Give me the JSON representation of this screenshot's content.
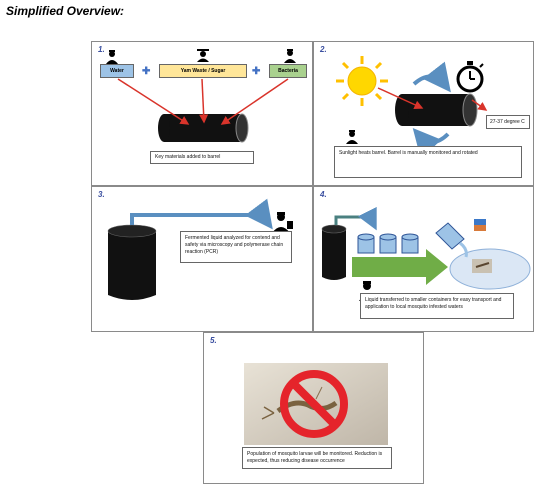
{
  "heading": "Simplified Overview:",
  "panels": [
    {
      "number": "1.",
      "labels": {
        "water": "Water",
        "yam": "Yam Waste / Sugar",
        "bacteria": "Bacteria"
      },
      "note": "Key materials added to barrel"
    },
    {
      "number": "2.",
      "temp": "27-37 degree C",
      "note": "Sunlight heats barrel. Barrel is manually monitored and rotated"
    },
    {
      "number": "3.",
      "note": "Fermented liquid analyzed for contend and safety via microscopy and polymerase chain reaction (PCR)"
    },
    {
      "number": "4.",
      "note": "Liquid transferred to smaller containers for easy transport and application to local mosquito infested waters"
    },
    {
      "number": "5.",
      "note": "Population of mosquito larvae will be monitored. Reduction is expected, thus reducing disease occurrence"
    }
  ],
  "colors": {
    "panel_number": "#3a4fa0",
    "water_box": "#9dc3e6",
    "yam_box": "#ffe699",
    "bacteria_box": "#a9d18e",
    "arrow_red": "#d9342b",
    "arrow_blue": "#5a8fc0",
    "arrow_green": "#70ad47",
    "barrel": "#111111"
  },
  "icons": [
    "person-icon",
    "sun-icon",
    "stopwatch-icon",
    "rotate-arrow-icon",
    "barrel-icon",
    "container-icon",
    "bucket-icon",
    "larva-photo",
    "prohibited-icon"
  ]
}
